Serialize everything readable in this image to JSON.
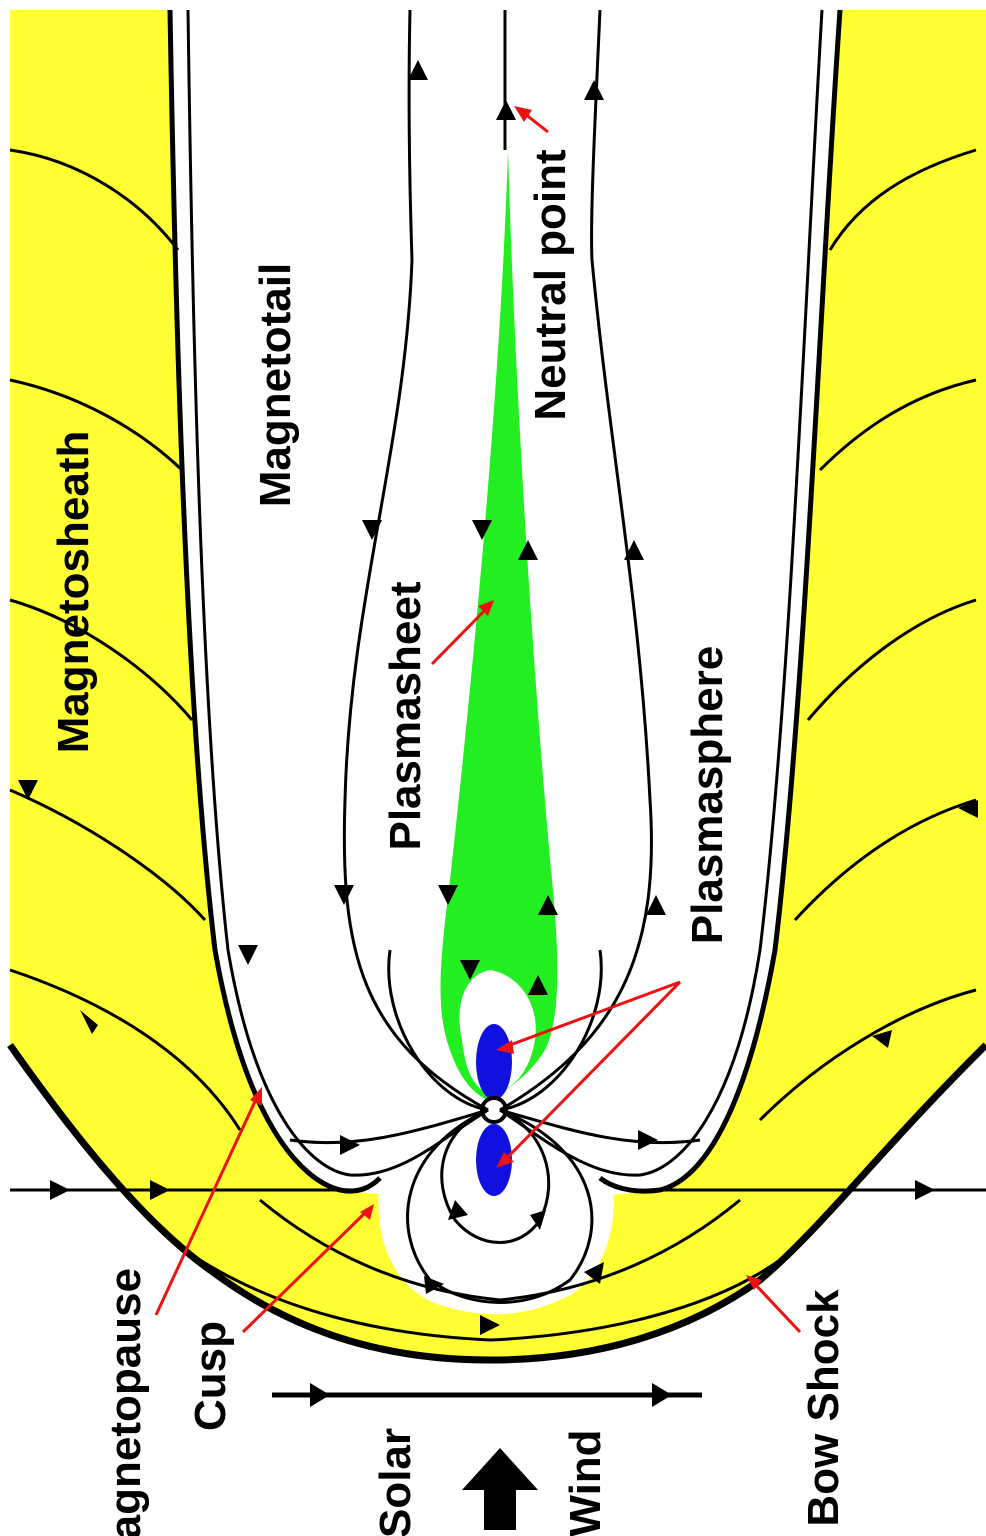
{
  "colors": {
    "magnetosheath_fill": "#FFFF33",
    "magnetosphere_fill": "#FFFFFF",
    "plasmasheet_fill": "#22EE22",
    "plasmasphere_fill": "#1010E0",
    "field_line": "#000000",
    "pointer_arrow": "#EE1111"
  },
  "labels": {
    "magnetosheath": "Magnetosheath",
    "magnetotail": "Magnetotail",
    "neutral_point": "Neutral point",
    "plasmasheet": "Plasmasheet",
    "plasmasphere": "Plasmasphere",
    "magnetopause": "Magnetopause",
    "cusp": "Cusp",
    "bow_shock": "Bow Shock",
    "solar": "Solar",
    "wind": "Wind"
  },
  "icons": {
    "direction": "solar-wind-direction-arrow-icon",
    "flow": "field-direction-arrowhead"
  }
}
